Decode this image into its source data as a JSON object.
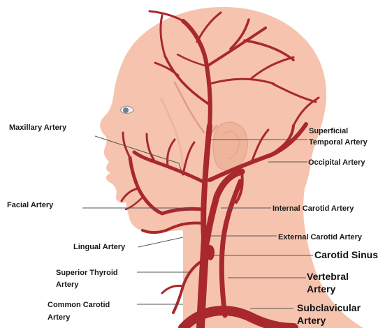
{
  "labels": {
    "maxillary": "Maxillary Artery",
    "facial": "Facial Artery",
    "lingual": "Lingual Artery",
    "superior_thyroid_1": "Superior Thyroid",
    "superior_thyroid_2": "Artery",
    "common_carotid_1": "Common Carotid",
    "common_carotid_2": "Artery",
    "superficial_temporal_1": "Superficial",
    "superficial_temporal_2": "Temporal Artery",
    "occipital": "Occipital Artery",
    "internal_carotid": "Internal Carotid Artery",
    "external_carotid": "External Carotid Artery",
    "carotid_sinus": "Carotid Sinus",
    "vertebral_1": "Vertebral",
    "vertebral_2": "Artery",
    "subclavicular_1": "Subclavicular",
    "subclavicular_2": "Artery"
  },
  "colors": {
    "skin": "#f6c4ae",
    "skin_shadow": "#efb59c",
    "artery": "#a8282d",
    "artery_light": "#e29a8b",
    "leader": "#555555"
  }
}
